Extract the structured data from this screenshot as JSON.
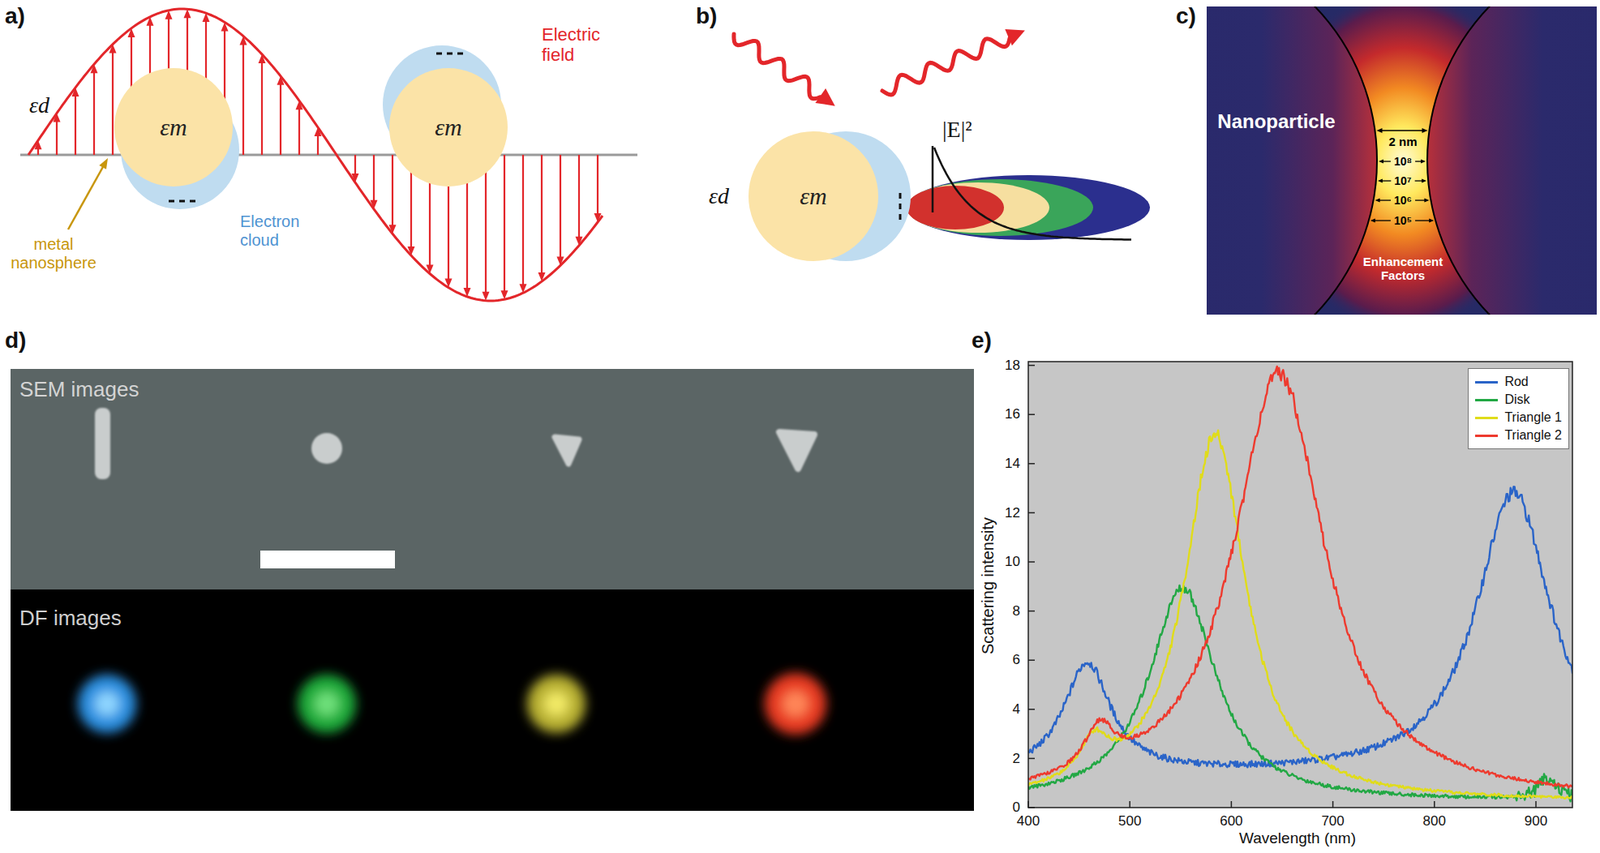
{
  "diagram": {
    "nodes": [
      {
        "text": [
          "εm"
        ]
      },
      {
        "text": [
          "εm"
        ]
      },
      {
        "text": [
          "εm"
        ]
      }
    ],
    "labels": [
      "a)",
      "Electric field",
      "εd",
      "metal nanosphere",
      "Electron cloud",
      "b)",
      "εd",
      "|E|²",
      "c)",
      "Nanoparticle",
      "2 nm",
      "10⁸",
      "10⁷",
      "10⁶",
      "10⁵",
      "Enhancement Factors",
      "d)",
      "SEM images",
      "DF images",
      "e)",
      "0",
      "2",
      "4",
      "6",
      "8",
      "10",
      "12",
      "14",
      "16",
      "18",
      "400",
      "500",
      "600",
      "700",
      "800",
      "900",
      "Scattering intensity",
      "Wavelength (nm)"
    ],
    "legend": [
      {
        "text": "Rod"
      },
      {
        "text": "Disk"
      },
      {
        "text": "Triangle 1"
      },
      {
        "text": "Triangle 2"
      }
    ]
  }
}
